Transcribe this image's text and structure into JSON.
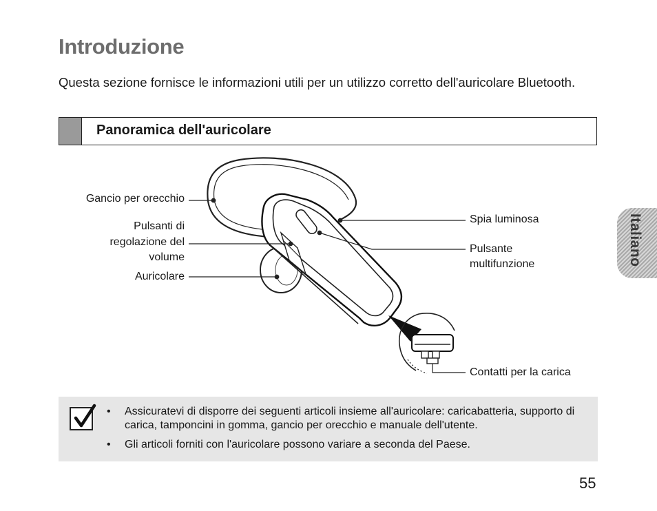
{
  "page": {
    "title": "Introduzione",
    "intro": "Questa sezione fornisce le informazioni utili per un utilizzo corretto dell'auricolare Bluetooth.",
    "section_title": "Panoramica dell'auricolare",
    "side_tab": "Italiano",
    "page_number": "55"
  },
  "diagram": {
    "labels": {
      "hook": "Gancio per orecchio",
      "volume_1": "Pulsanti di",
      "volume_2": "regolazione del",
      "volume_3": "volume",
      "earpiece": "Auricolare",
      "indicator": "Spia luminosa",
      "multifunction_1": "Pulsante",
      "multifunction_2": "multifunzione",
      "charging": "Contatti per la carica"
    }
  },
  "note": {
    "items": [
      "Assicuratevi di disporre dei seguenti articoli insieme all'auricolare: caricabatteria, supporto di carica, tamponcini in gomma, gancio per orecchio e manuale dell'utente.",
      "Gli articoli forniti con l'auricolare possono variare a seconda del Paese."
    ],
    "bullet": "•"
  },
  "colors": {
    "title": "#6d6d6d",
    "header_marker": "#9a9a9a",
    "note_background": "#e6e6e6"
  }
}
